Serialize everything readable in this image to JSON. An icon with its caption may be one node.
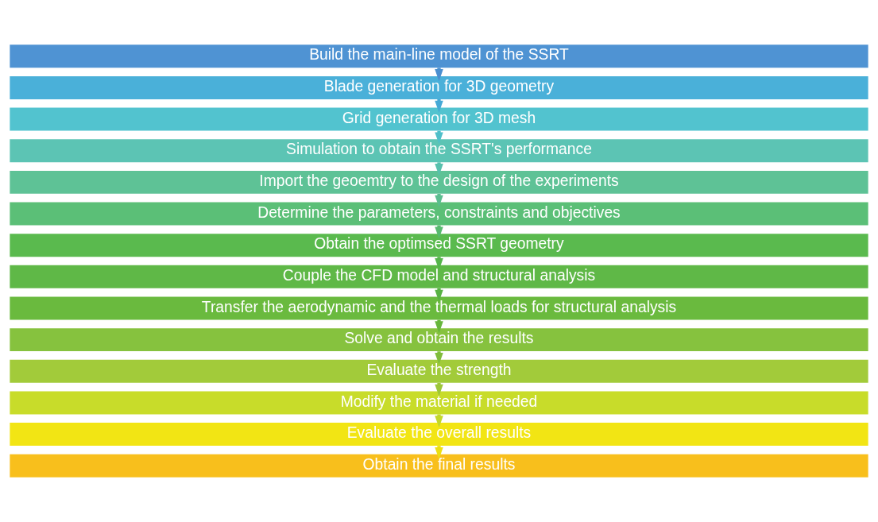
{
  "diagram": {
    "nodes": [
      {
        "text": [
          "Build the main-line model of the SSRT"
        ]
      },
      {
        "text": [
          "Blade generation for 3D geometry"
        ]
      },
      {
        "text": [
          "Grid generation for 3D mesh"
        ]
      },
      {
        "text": [
          "Simulation to obtain the SSRT's performance"
        ]
      },
      {
        "text": [
          "Import the geoemtry to the design of the experiments"
        ]
      },
      {
        "text": [
          "Determine the parameters, constraints and objectives"
        ]
      },
      {
        "text": [
          "Obtain the optimsed SSRT geometry"
        ]
      },
      {
        "text": [
          "Couple the CFD model and structural analysis"
        ]
      },
      {
        "text": [
          "Transfer the aerodynamic and the thermal loads for structural analysis"
        ]
      },
      {
        "text": [
          "Solve and obtain the results"
        ]
      },
      {
        "text": [
          "Evaluate the strength"
        ]
      },
      {
        "text": [
          "Modify the material if needed"
        ]
      },
      {
        "text": [
          "Evaluate the overall results"
        ]
      },
      {
        "text": [
          "Obtain the final results"
        ]
      }
    ],
    "edges": [
      {
        "from": 0,
        "to": 1,
        "arrow": "to",
        "color": "#4a8fd0"
      },
      {
        "from": 1,
        "to": 2,
        "arrow": "to",
        "color": "#45a9d6"
      },
      {
        "from": 2,
        "to": 3,
        "arrow": "to",
        "color": "#4fbfc9"
      },
      {
        "from": 3,
        "to": 4,
        "arrow": "to",
        "color": "#58c0ad"
      },
      {
        "from": 4,
        "to": 5,
        "arrow": "to",
        "color": "#5abd8f"
      },
      {
        "from": 5,
        "to": 6,
        "arrow": "to",
        "color": "#57ba6f"
      },
      {
        "from": 6,
        "to": 7,
        "arrow": "to",
        "color": "#55b54a"
      },
      {
        "from": 7,
        "to": 8,
        "arrow": "to",
        "color": "#58b243"
      },
      {
        "from": 8,
        "to": 9,
        "arrow": "to",
        "color": "#66b63b"
      },
      {
        "from": 9,
        "to": 10,
        "arrow": "to",
        "color": "#80bd3b"
      },
      {
        "from": 10,
        "to": 11,
        "arrow": "to",
        "color": "#9cc638"
      },
      {
        "from": 11,
        "to": 12,
        "arrow": "to",
        "color": "#c3d72a"
      },
      {
        "from": 12,
        "to": 13,
        "arrow": "to",
        "color": "#ecdf12"
      }
    ]
  }
}
